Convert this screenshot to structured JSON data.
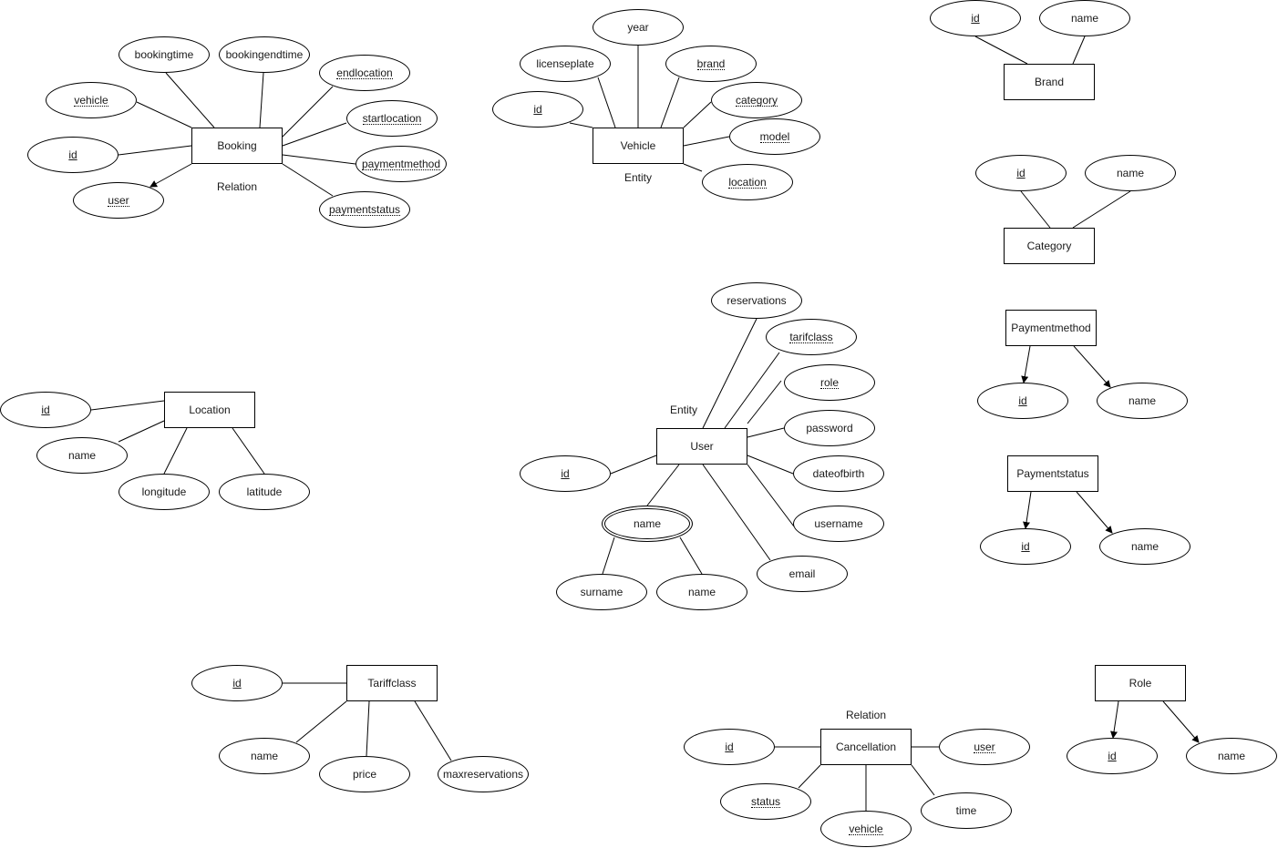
{
  "diagram": {
    "booking": {
      "title": "Booking",
      "caption": "Relation",
      "attributes": [
        {
          "label": "bookingtime",
          "key": "none"
        },
        {
          "label": "bookingendtime",
          "key": "none"
        },
        {
          "label": "endlocation",
          "key": "foreign"
        },
        {
          "label": "startlocation",
          "key": "foreign"
        },
        {
          "label": "paymentmethod",
          "key": "foreign"
        },
        {
          "label": "paymentstatus",
          "key": "foreign"
        },
        {
          "label": "vehicle",
          "key": "foreign"
        },
        {
          "label": "id",
          "key": "primary"
        },
        {
          "label": "user",
          "key": "foreign"
        }
      ]
    },
    "vehicle": {
      "title": "Vehicle",
      "caption": "Entity",
      "attributes": [
        {
          "label": "year",
          "key": "none"
        },
        {
          "label": "licenseplate",
          "key": "none"
        },
        {
          "label": "brand",
          "key": "foreign"
        },
        {
          "label": "category",
          "key": "foreign"
        },
        {
          "label": "id",
          "key": "primary"
        },
        {
          "label": "model",
          "key": "foreign"
        },
        {
          "label": "location",
          "key": "foreign"
        }
      ]
    },
    "brand": {
      "title": "Brand",
      "attributes": [
        {
          "label": "id",
          "key": "primary"
        },
        {
          "label": "name",
          "key": "none"
        }
      ]
    },
    "category": {
      "title": "Category",
      "attributes": [
        {
          "label": "id",
          "key": "primary"
        },
        {
          "label": "name",
          "key": "none"
        }
      ]
    },
    "paymentmethod": {
      "title": "Paymentmethod",
      "attributes": [
        {
          "label": "id",
          "key": "primary"
        },
        {
          "label": "name",
          "key": "none"
        }
      ]
    },
    "paymentstatus": {
      "title": "Paymentstatus",
      "attributes": [
        {
          "label": "id",
          "key": "primary"
        },
        {
          "label": "name",
          "key": "none"
        }
      ]
    },
    "role": {
      "title": "Role",
      "attributes": [
        {
          "label": "id",
          "key": "primary"
        },
        {
          "label": "name",
          "key": "none"
        }
      ]
    },
    "location": {
      "title": "Location",
      "attributes": [
        {
          "label": "id",
          "key": "primary"
        },
        {
          "label": "name",
          "key": "none"
        },
        {
          "label": "longitude",
          "key": "none"
        },
        {
          "label": "latitude",
          "key": "none"
        }
      ]
    },
    "user": {
      "title": "User",
      "caption": "Entity",
      "attributes": [
        {
          "label": "reservations",
          "key": "none"
        },
        {
          "label": "tarifclass",
          "key": "foreign"
        },
        {
          "label": "role",
          "key": "foreign"
        },
        {
          "label": "password",
          "key": "none"
        },
        {
          "label": "dateofbirth",
          "key": "none"
        },
        {
          "label": "username",
          "key": "none"
        },
        {
          "label": "email",
          "key": "none"
        },
        {
          "label": "id",
          "key": "primary"
        },
        {
          "label": "name",
          "key": "multi"
        },
        {
          "label": "surname",
          "key": "none"
        },
        {
          "label": "name",
          "key": "none"
        }
      ]
    },
    "tariffclass": {
      "title": "Tariffclass",
      "attributes": [
        {
          "label": "id",
          "key": "primary"
        },
        {
          "label": "name",
          "key": "none"
        },
        {
          "label": "price",
          "key": "none"
        },
        {
          "label": "maxreservations",
          "key": "none"
        }
      ]
    },
    "cancellation": {
      "title": "Cancellation",
      "caption": "Relation",
      "attributes": [
        {
          "label": "id",
          "key": "primary"
        },
        {
          "label": "user",
          "key": "foreign"
        },
        {
          "label": "status",
          "key": "foreign"
        },
        {
          "label": "vehicle",
          "key": "foreign"
        },
        {
          "label": "time",
          "key": "none"
        }
      ]
    }
  }
}
